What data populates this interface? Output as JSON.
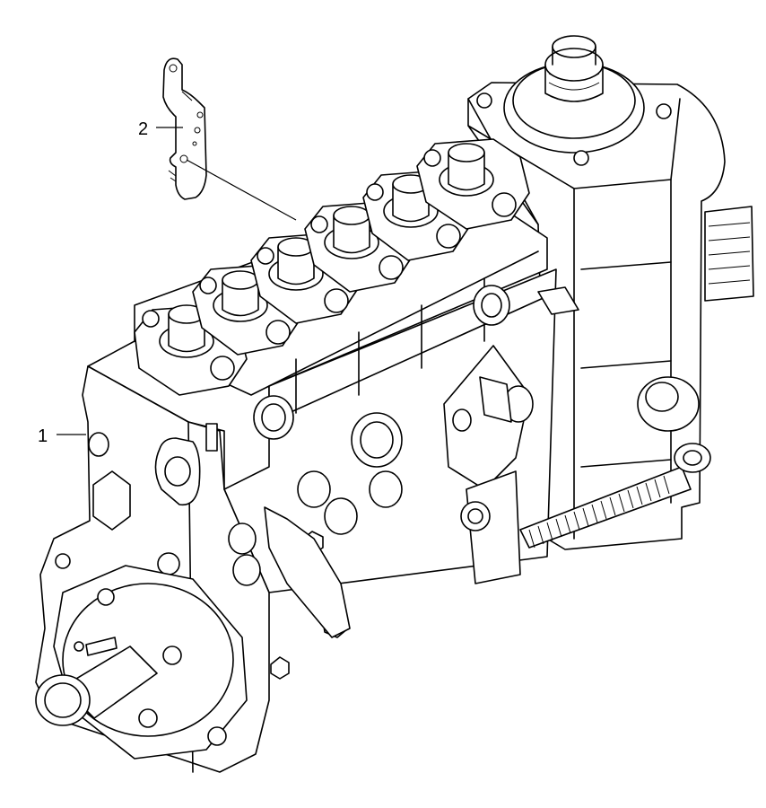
{
  "diagram": {
    "parts": [
      {
        "id": "injection-pump",
        "label": "1"
      },
      {
        "id": "bracket",
        "label": "2"
      }
    ]
  }
}
